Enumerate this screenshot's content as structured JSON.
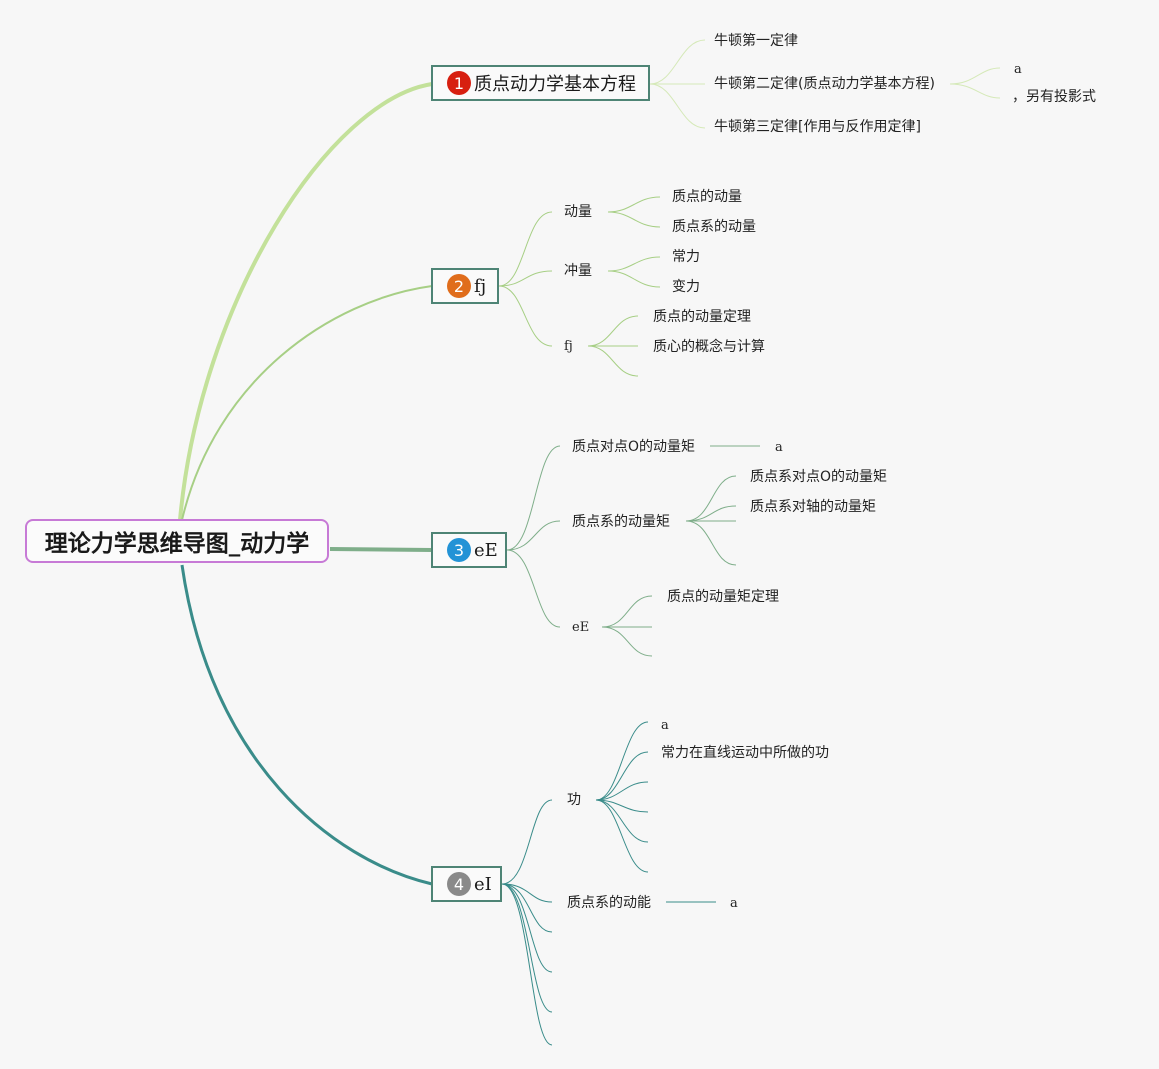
{
  "root": {
    "title": "理论力学思维导图_动力学"
  },
  "colors": {
    "root_border": "#c77ad6",
    "branch_border": "#4e8475",
    "line_b1": "#c3e19a",
    "line_b2": "#a7cf85",
    "line_b3": "#7fae8a",
    "line_b4": "#3a8c8a",
    "badge_1": "#d71f10",
    "badge_2": "#e06d1c",
    "badge_3": "#2393d6",
    "badge_4": "#8a8a8a"
  },
  "branches": [
    {
      "number": "1",
      "label": "质点动力学基本方程",
      "children": [
        {
          "label": "牛顿第一定律"
        },
        {
          "label": "牛顿第二定律(质点动力学基本方程)",
          "children": [
            {
              "label": "a"
            },
            {
              "label": "，另有投影式"
            }
          ]
        },
        {
          "label": "牛顿第三定律[作用与反作用定律]"
        }
      ]
    },
    {
      "number": "2",
      "label": "fj",
      "children": [
        {
          "label": "动量",
          "children": [
            {
              "label": "质点的动量"
            },
            {
              "label": "质点系的动量"
            }
          ]
        },
        {
          "label": "冲量",
          "children": [
            {
              "label": "常力"
            },
            {
              "label": "变力"
            }
          ]
        },
        {
          "label": "fj",
          "children": [
            {
              "label": "质点的动量定理"
            },
            {
              "label": "质心的概念与计算"
            }
          ]
        }
      ]
    },
    {
      "number": "3",
      "label": "eE",
      "children": [
        {
          "label": "质点对点O的动量矩",
          "children": [
            {
              "label": "a"
            }
          ]
        },
        {
          "label": "质点系的动量矩",
          "children": [
            {
              "label": "质点系对点O的动量矩"
            },
            {
              "label": "质点系对轴的动量矩"
            }
          ]
        },
        {
          "label": "eE",
          "children": [
            {
              "label": "质点的动量矩定理"
            }
          ]
        }
      ]
    },
    {
      "number": "4",
      "label": "eI",
      "children": [
        {
          "label": "功",
          "children": [
            {
              "label": "a"
            },
            {
              "label": "常力在直线运动中所做的功"
            }
          ]
        },
        {
          "label": "质点系的动能",
          "children": [
            {
              "label": "a"
            }
          ]
        }
      ]
    }
  ]
}
